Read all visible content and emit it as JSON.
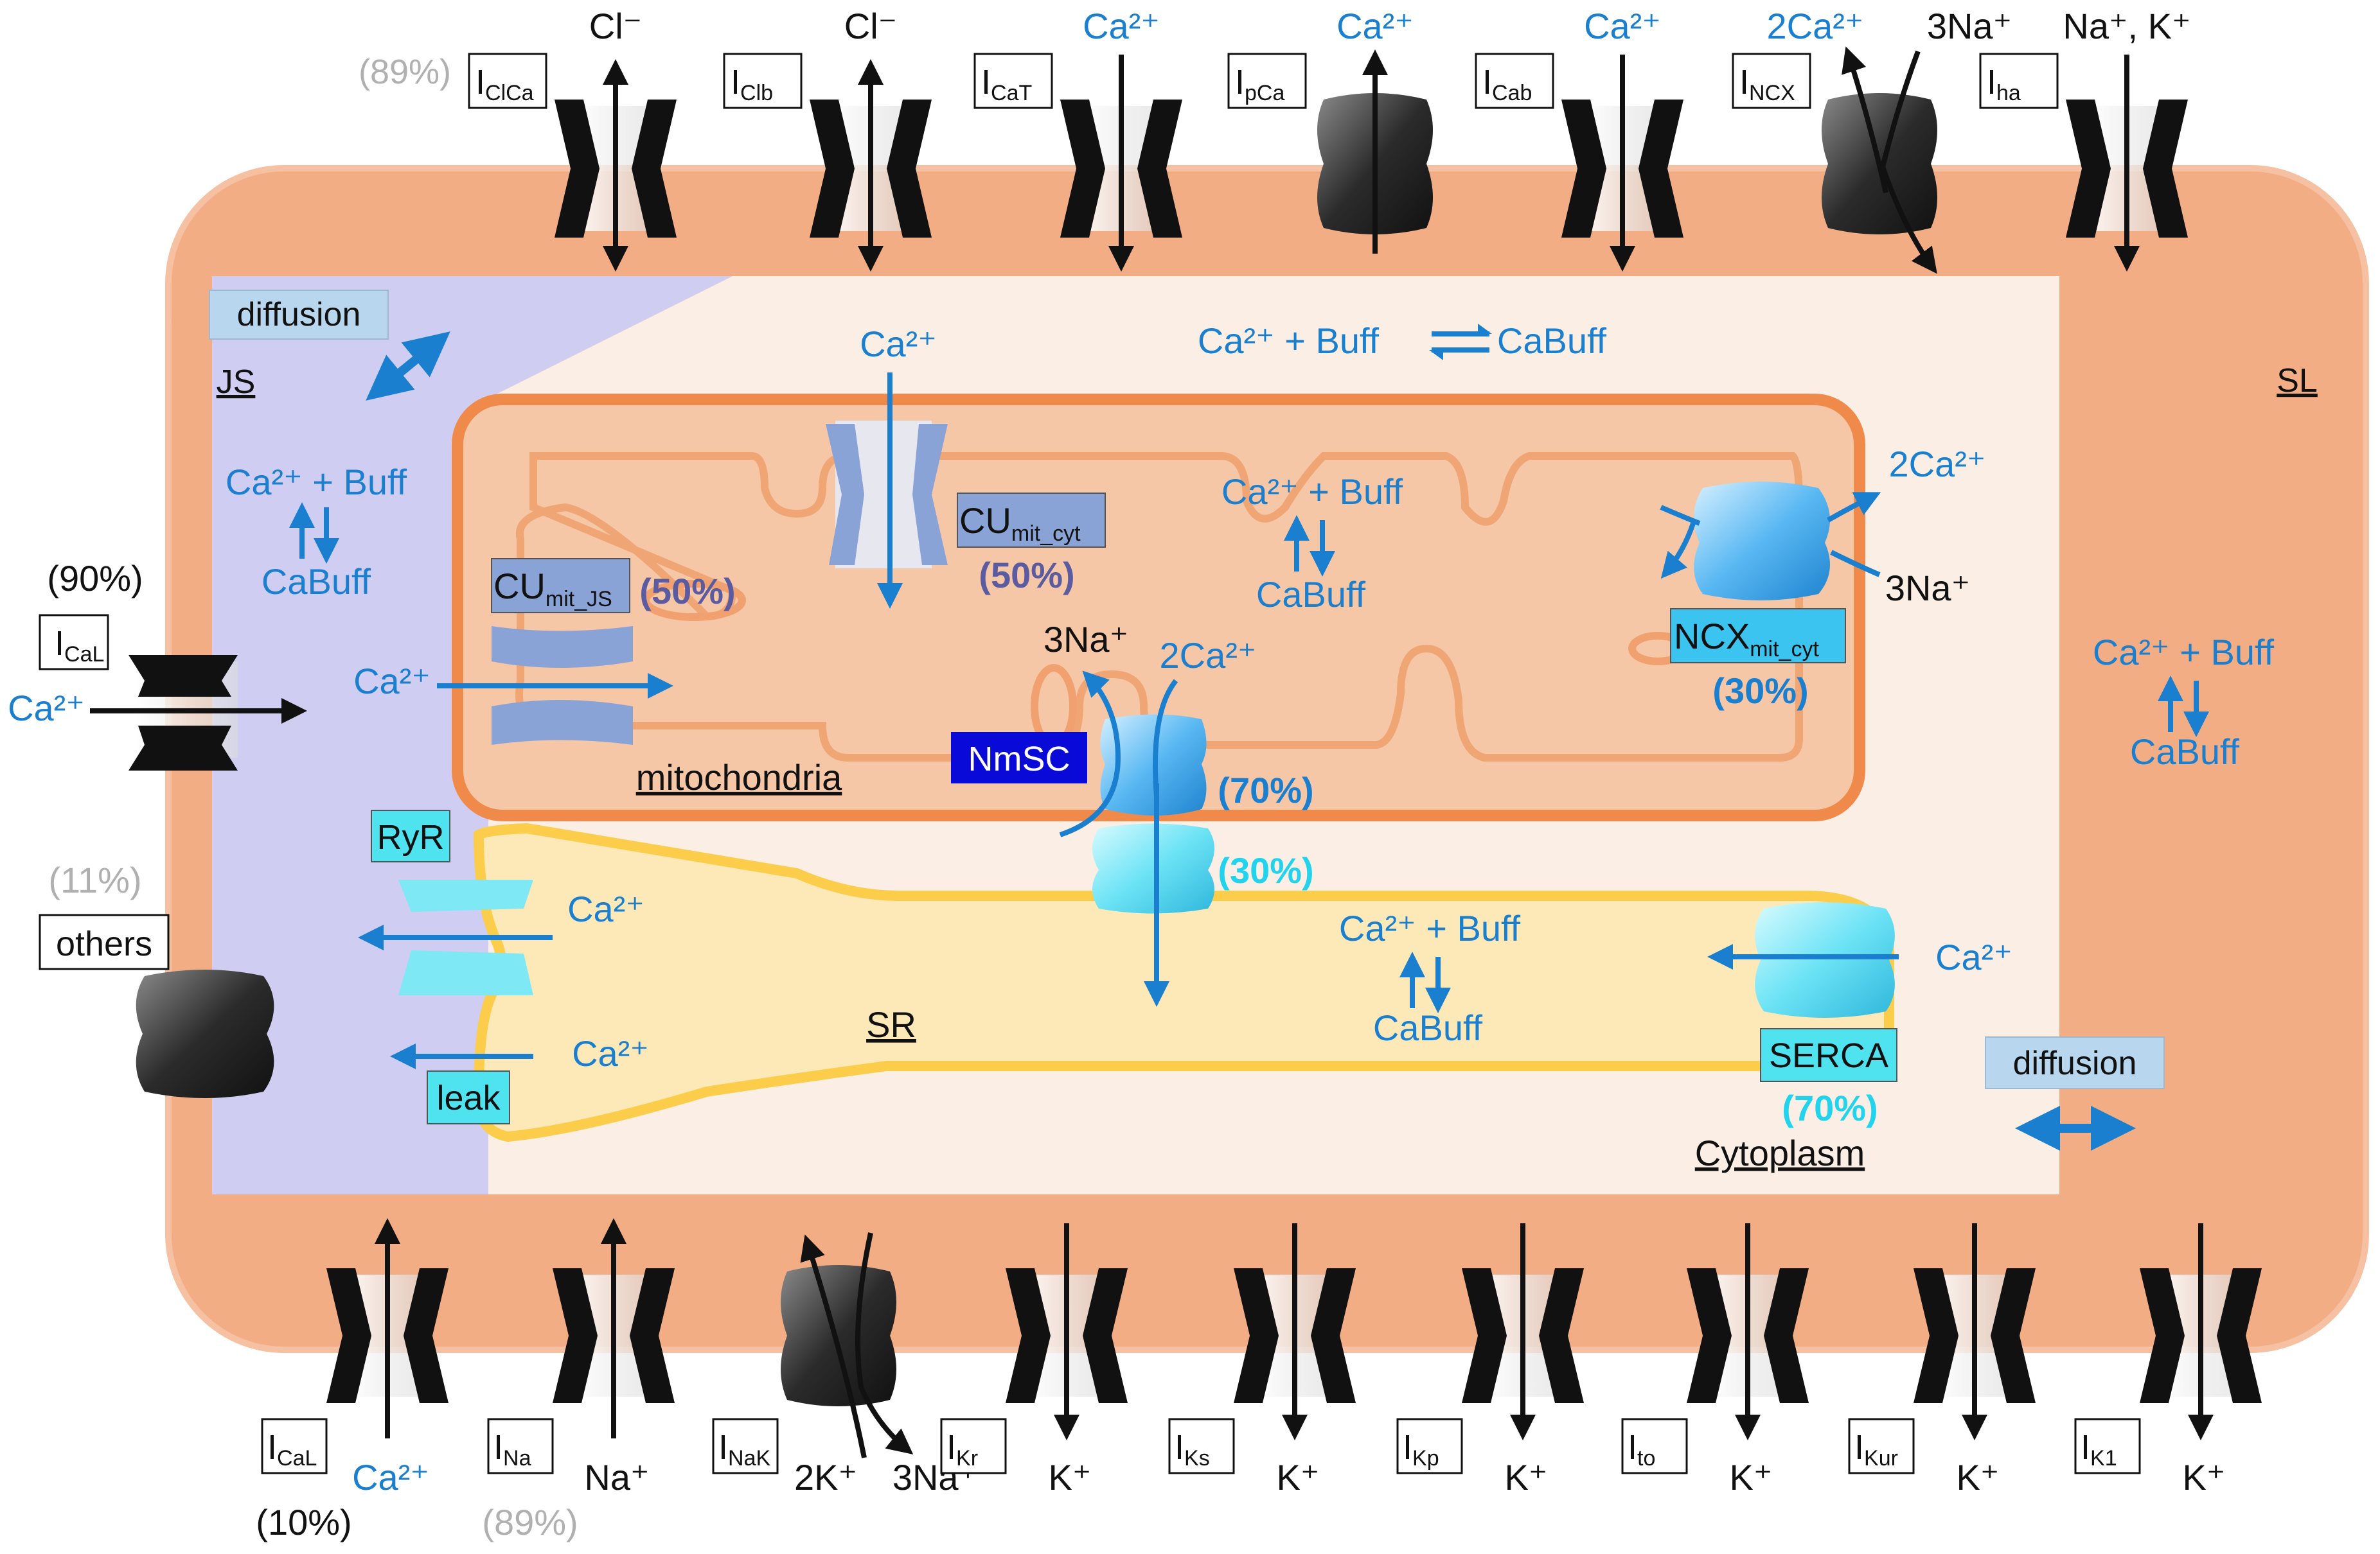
{
  "colors": {
    "membrane": "#f2ad85",
    "cytoplasm": "#fbeee4",
    "junctional_space": "#cfcdf2",
    "mitochondria_fill": "#f6c7a7",
    "mitochondria_border": "#ef8a4a",
    "sr_fill": "#fde9b7",
    "sr_border": "#fccd4a",
    "ion_blue": "#1a7fce",
    "percent_gray": "#b0b0b0",
    "cyan_label": "#22d3ee",
    "purple_text": "#5a5ba0"
  },
  "compartments": {
    "js": "JS",
    "sl": "SL",
    "mitochondria": "mitochondria",
    "sr": "SR",
    "cytoplasm": "Cytoplasm"
  },
  "top_channels": [
    {
      "label_main": "I",
      "label_sub": "ClCa",
      "ion": "Cl⁻",
      "pct": "(89%)",
      "icon": "channel-icon"
    },
    {
      "label_main": "I",
      "label_sub": "Clb",
      "ion": "Cl⁻",
      "icon": "channel-icon"
    },
    {
      "label_main": "I",
      "label_sub": "CaT",
      "ion": "Ca²⁺",
      "icon": "channel-icon"
    },
    {
      "label_main": "I",
      "label_sub": "pCa",
      "ion": "Ca²⁺",
      "icon": "pump-icon"
    },
    {
      "label_main": "I",
      "label_sub": "Cab",
      "ion": "Ca²⁺",
      "icon": "channel-icon"
    },
    {
      "label_main": "I",
      "label_sub": "NCX",
      "ion": "2Ca²⁺",
      "ion2": "3Na⁺",
      "icon": "exchanger-icon"
    },
    {
      "label_main": "I",
      "label_sub": "ha",
      "ion": "Na⁺, K⁺",
      "icon": "channel-icon"
    }
  ],
  "bottom_channels": [
    {
      "label_main": "I",
      "label_sub": "CaL",
      "ion": "Ca²⁺",
      "pct": "(10%)"
    },
    {
      "label_main": "I",
      "label_sub": "Na",
      "ion": "Na⁺",
      "pct": "(89%)"
    },
    {
      "label_main": "I",
      "label_sub": "NaK",
      "ion": "2K⁺",
      "ion2": "3Na⁺"
    },
    {
      "label_main": "I",
      "label_sub": "Kr",
      "ion": "K⁺"
    },
    {
      "label_main": "I",
      "label_sub": "Ks",
      "ion": "K⁺"
    },
    {
      "label_main": "I",
      "label_sub": "Kp",
      "ion": "K⁺"
    },
    {
      "label_main": "I",
      "label_sub": "to",
      "ion": "K⁺"
    },
    {
      "label_main": "I",
      "label_sub": "Kur",
      "ion": "K⁺"
    },
    {
      "label_main": "I",
      "label_sub": "K1",
      "ion": "K⁺"
    }
  ],
  "left": {
    "ical_pct": "(90%)",
    "ical_main": "I",
    "ical_sub": "CaL",
    "ca_in": "Ca²⁺",
    "others_pct": "(11%)",
    "others": "others",
    "diffusion": "diffusion"
  },
  "buffers": {
    "a": "Ca²⁺ + Buff",
    "b": "CaBuff"
  },
  "cyto_buffer_top": {
    "a": "Ca²⁺ + Buff",
    "b": "CaBuff"
  },
  "ca": "Ca²⁺",
  "mito": {
    "cu_js_main": "CU",
    "cu_js_sub": "mit_JS",
    "cu_js_pct": "(50%)",
    "cu_cyt_main": "CU",
    "cu_cyt_sub": "mit_cyt",
    "cu_cyt_pct": "(50%)",
    "ncx_main": "NCX",
    "ncx_sub": "mit_cyt",
    "ncx_pct": "(30%)",
    "ncx_ca": "2Ca²⁺",
    "ncx_na": "3Na⁺",
    "nmsc": "NmSC",
    "nmsc_na": "3Na⁺",
    "nmsc_ca": "2Ca²⁺",
    "nmsc_pct": "(70%)",
    "nmsc2_pct": "(30%)"
  },
  "sr": {
    "ryr": "RyR",
    "leak": "leak",
    "serca": "SERCA",
    "serca_pct": "(70%)"
  },
  "right": {
    "diffusion": "diffusion"
  }
}
